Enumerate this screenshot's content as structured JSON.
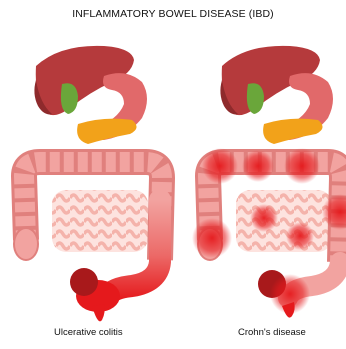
{
  "title": "INFLAMMATORY BOWEL DISEASE (IBD)",
  "panels": [
    {
      "caption": "Ulcerative colitis"
    },
    {
      "caption": "Crohn's disease"
    }
  ],
  "colors": {
    "liver": "#b53a3c",
    "liver_dark": "#8e2a2c",
    "gallbladder": "#6aa63a",
    "stomach": "#e1696a",
    "pancreas": "#f2a21a",
    "colon": "#f2a3a0",
    "colon_border": "#e0807d",
    "small_intestine": "#f7c7c0",
    "inflamed": "#e5191c",
    "rectum": "#a8191b"
  }
}
